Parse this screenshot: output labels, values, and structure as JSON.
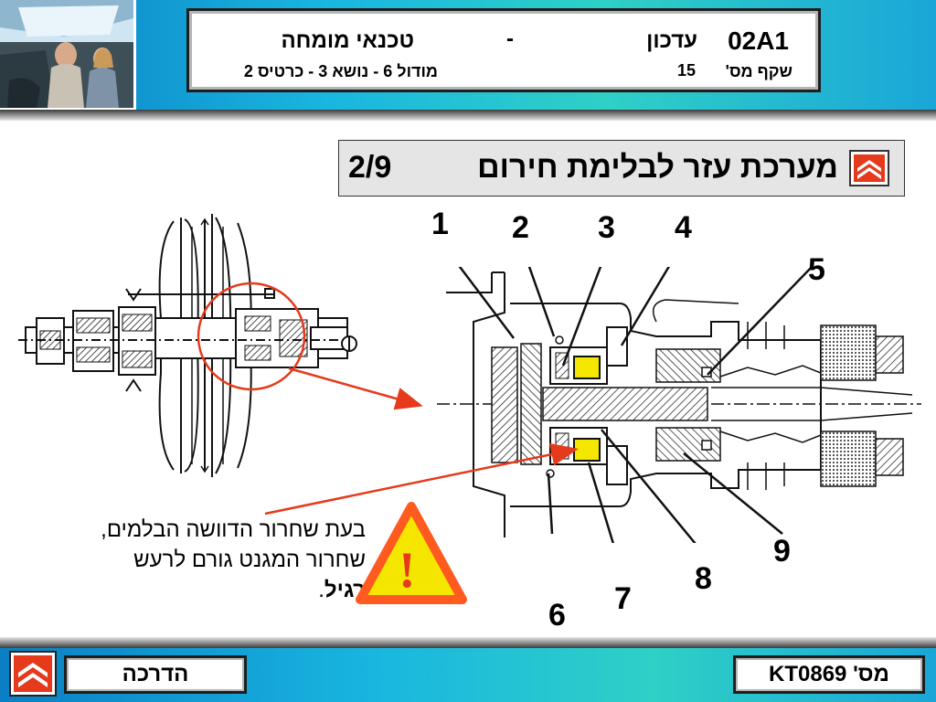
{
  "header": {
    "course_code": "02A1",
    "course_name": "עדכון",
    "separator": "-",
    "audience": "טכנאי מומחה",
    "slide_label": "שקף מס'",
    "slide_number": "15",
    "module_info": "מודול 6 - נושא 3 - כרטיס 2"
  },
  "slide": {
    "title": "מערכת עזר לבלימת חירום",
    "page_index": "2/9",
    "caption_line1": "בעת שחרור הדוושה הבלמים,",
    "caption_line2": "שחרור המגנט גורם לרעש",
    "caption_bold": "רגיל",
    "caption_end": "."
  },
  "callouts": [
    "1",
    "2",
    "3",
    "4",
    "5",
    "6",
    "7",
    "8",
    "9"
  ],
  "warning": {
    "symbol": "!"
  },
  "footer": {
    "left_label": "הדרכה",
    "doc_number": "KT0869 'מס"
  },
  "colors": {
    "accent_red": "#e53a1b",
    "magnet_yellow": "#f5e600",
    "warning_fill": "#f5e600",
    "warning_border": "#ff5a1f",
    "band_blue": "#19b6e0"
  },
  "icons": {
    "brand_logo": "citroen-chevron-icon",
    "warning": "warning-triangle-icon"
  }
}
